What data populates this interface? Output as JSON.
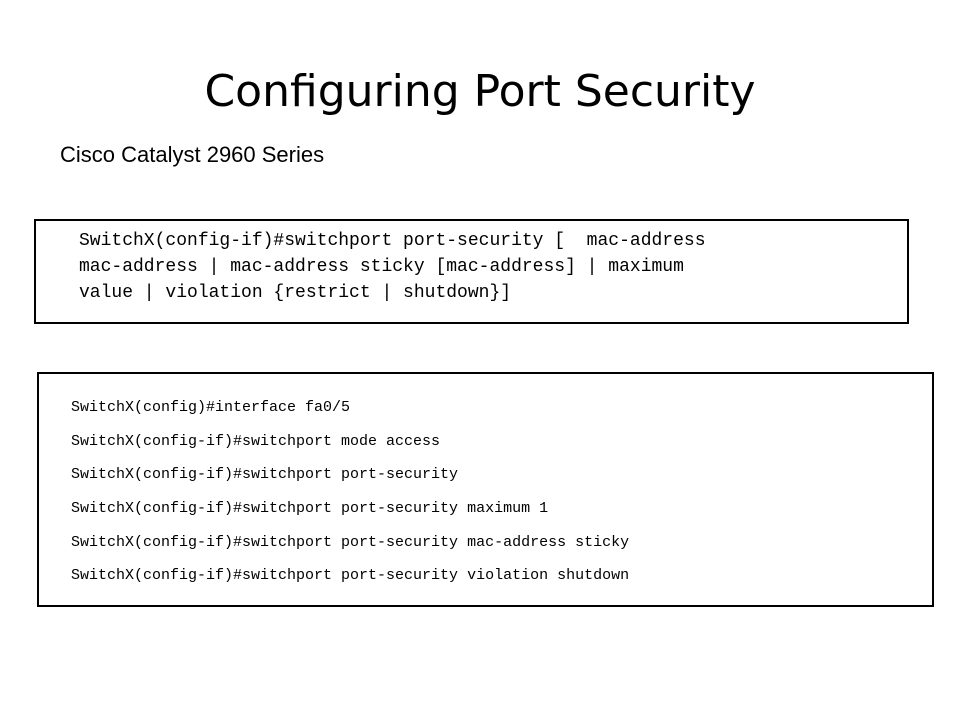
{
  "slide": {
    "title": "Configuring Port Security",
    "subtitle": "Cisco Catalyst 2960 Series"
  },
  "syntax": {
    "lines": [
      "SwitchX(config-if)#switchport port-security [  mac-address",
      "mac-address | mac-address sticky [mac-address] | maximum",
      "value | violation {restrict | shutdown}]"
    ]
  },
  "example": {
    "lines": [
      "SwitchX(config)#interface fa0/5",
      "SwitchX(config-if)#switchport mode access",
      "SwitchX(config-if)#switchport port-security",
      "SwitchX(config-if)#switchport port-security maximum 1",
      "SwitchX(config-if)#switchport port-security mac-address sticky",
      "SwitchX(config-if)#switchport port-security violation shutdown"
    ]
  }
}
